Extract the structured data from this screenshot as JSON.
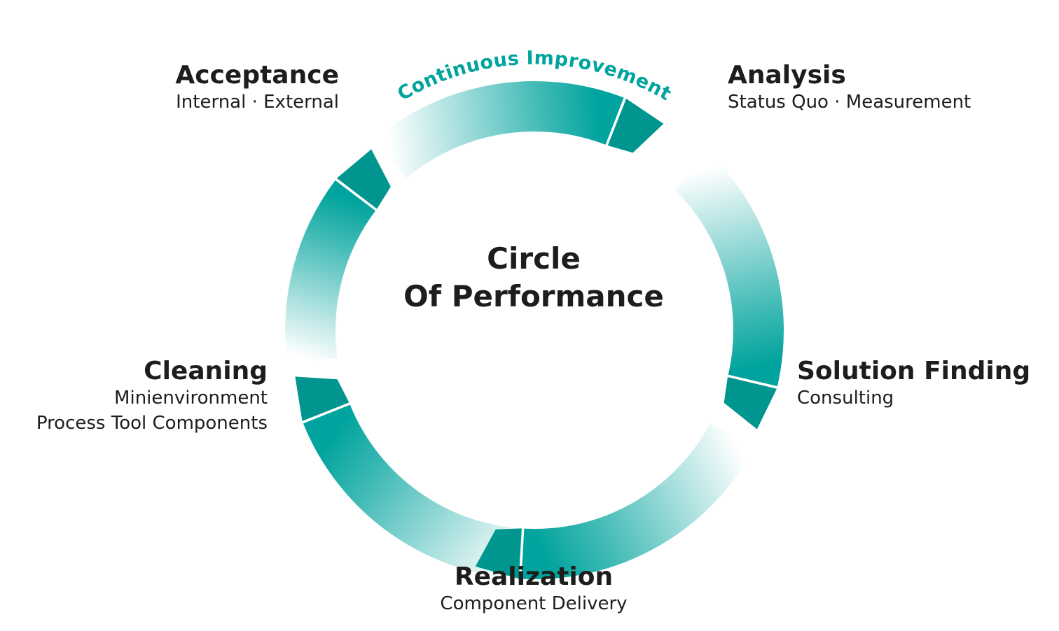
{
  "colors": {
    "accent": "#00a39d",
    "accent_dark": "#00958f",
    "text": "#1d1d1b"
  },
  "top_label": "Continuous Improvement",
  "center": {
    "line1": "Circle",
    "line2": "Of Performance"
  },
  "stages": {
    "acceptance": {
      "title": "Acceptance",
      "lines": [
        "Internal · External"
      ]
    },
    "analysis": {
      "title": "Analysis",
      "lines": [
        "Status Quo · Measurement"
      ]
    },
    "solution_finding": {
      "title": "Solution Finding",
      "lines": [
        "Consulting"
      ]
    },
    "realization": {
      "title": "Realization",
      "lines": [
        "Component Delivery"
      ]
    },
    "cleaning": {
      "title": "Cleaning",
      "lines": [
        "Minienvironment",
        "Process Tool Components"
      ]
    }
  }
}
